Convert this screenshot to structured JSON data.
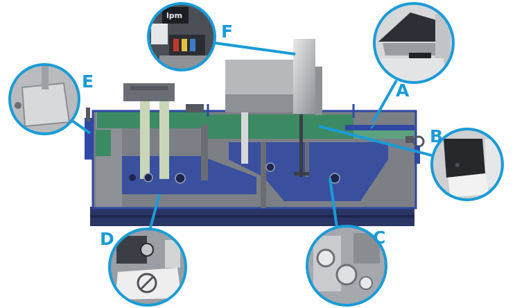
{
  "diagram": {
    "colors": {
      "callout": "#1a9bd7",
      "body_grey": "#7c7f85",
      "blue_tank": "#2f48a3",
      "green_parts": "#3c8a63",
      "dark_base": "#2a3565",
      "light_grey": "#b7b9bd"
    },
    "callouts": [
      {
        "id": "A",
        "label": "A",
        "photo": "machine-hood-close-up"
      },
      {
        "id": "B",
        "label": "B",
        "photo": "dark-panel-close-up"
      },
      {
        "id": "C",
        "label": "C",
        "photo": "metal-fittings-close-up"
      },
      {
        "id": "D",
        "label": "D",
        "photo": "drain-valve-close-up"
      },
      {
        "id": "E",
        "label": "E",
        "photo": "side-plate-close-up"
      },
      {
        "id": "F",
        "label": "F",
        "photo": "controller-close-up"
      }
    ],
    "controller_logo": "lpm"
  }
}
